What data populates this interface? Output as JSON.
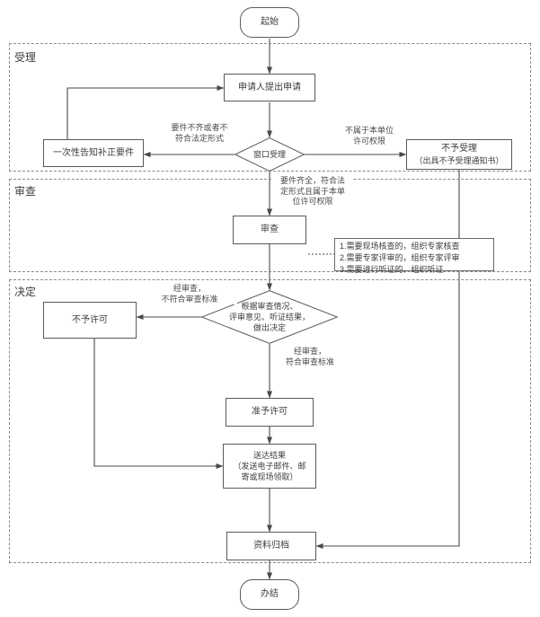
{
  "diagram": {
    "title_type": "flowchart",
    "lanes": [
      {
        "id": "lane-acceptance",
        "label": "受理"
      },
      {
        "id": "lane-review",
        "label": "审查"
      },
      {
        "id": "lane-decision",
        "label": "决定"
      }
    ],
    "nodes": {
      "start": {
        "label": "起始",
        "shape": "terminator"
      },
      "submit": {
        "label": "申请人提出申请",
        "shape": "process"
      },
      "window_accept": {
        "label": "窗口受理",
        "shape": "decision"
      },
      "notify_correction": {
        "label": "一次性告知补正要件",
        "shape": "process"
      },
      "reject_accept_line1": "不予受理",
      "reject_accept_line2": "（出具不予受理通知书）",
      "review": {
        "label": "审查",
        "shape": "process"
      },
      "decide": {
        "label": "根据审查情况、\n评审意见、听证结果，\n做出决定",
        "shape": "decision"
      },
      "no_permit": {
        "label": "不予许可",
        "shape": "process"
      },
      "grant_permit": {
        "label": "准予许可",
        "shape": "process"
      },
      "deliver_line1": "送达结果",
      "deliver_line2": "（发送电子邮件、邮",
      "deliver_line3": "寄或现场领取）",
      "archive": {
        "label": "资料归档",
        "shape": "process"
      },
      "end": {
        "label": "办结",
        "shape": "terminator"
      }
    },
    "edge_labels": {
      "incomplete": "要件不齐或者不\n符合法定形式",
      "out_of_scope": "不属于本单位\n许可权限",
      "complete_qualified": "要件齐全，符合法\n定形式且属于本单\n位许可权限",
      "fail_standard": "经审查，\n不符合审查标准",
      "meet_standard": "经审查，\n符合审查标准"
    },
    "note": {
      "lines": [
        "1.需要现场核查的，组织专家核查",
        "2.需要专家评审的，组织专家评审",
        "3.需要进行听证的，组织听证"
      ]
    },
    "colors": {
      "stroke": "#5a5a5a",
      "lane_stroke": "#8a8a8a",
      "text": "#3c3c3c",
      "background": "#ffffff"
    }
  }
}
